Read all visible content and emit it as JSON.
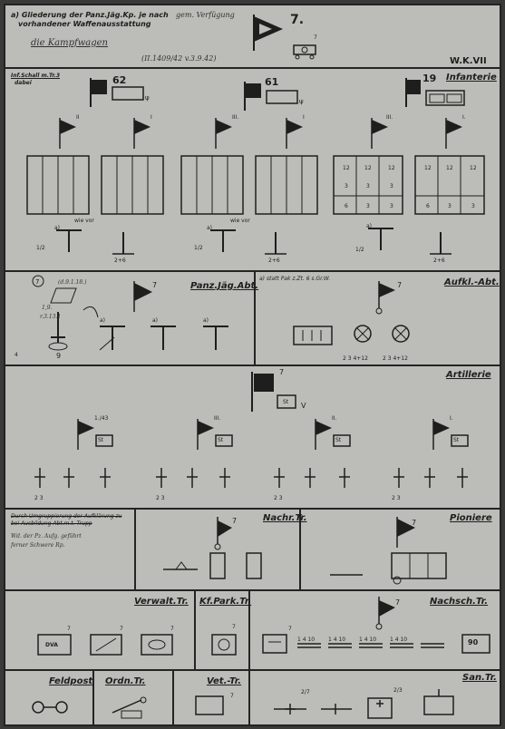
{
  "header": {
    "title_line1": "a) Gliederung der Panz.Jäg.Kp. je nach",
    "title_line2": "vorhandener Waffenausstattung",
    "note_hand_1": "gem. Verfügung",
    "note_hand_2": "die Kampfwagen",
    "note_hand_3": "(II.1409/42 v.3.9.42)",
    "hq_number": "7.",
    "hq_vehicle_number": "7",
    "wk": "W.K.VII"
  },
  "infanterie": {
    "title": "Infanterie",
    "note_line1": "Inf.Schall m.Tr.3",
    "note_line2": "dabei",
    "regiments": [
      "62",
      "61",
      "19"
    ],
    "battalions": [
      "II",
      "I",
      "III.",
      "I",
      "III.",
      "I."
    ],
    "wie_vor": "wie vor",
    "pak_label": "2+6",
    "frac_label": "1/2",
    "small_a": "a)",
    "mg_cells": [
      "12",
      "12",
      "12",
      "3",
      "3",
      "3",
      "6",
      "3",
      "3"
    ]
  },
  "panzerjaeger": {
    "title": "Panz.Jäg.Abt.",
    "number": "7",
    "circle_num": "7",
    "note_a": "(d.9.1.18.)",
    "note_b": "1,9.",
    "note_c": "r.3.13.1",
    "num_4": "4",
    "num_9": "9",
    "small_a": "a)"
  },
  "aufklaerung": {
    "title": "Aufkl.-Abt.",
    "note": "a) statt Pak z.Zt. 6 s.Gr.W.",
    "number": "7",
    "tally_1": "2 3 4+12",
    "tally_2": "2 3 4+12"
  },
  "artillerie": {
    "title": "Artillerie",
    "number": "7",
    "st": "St",
    "battalions": [
      "1./43",
      "III.",
      "II.",
      "I."
    ],
    "gun_labels": [
      "2 3",
      "2 3",
      "2 3",
      "2 3"
    ]
  },
  "nachrichten": {
    "title": "Nachr.Tr.",
    "number": "7",
    "note_line1": "Durch Umgruppierung der Aufklärung zu",
    "note_line2": "bei Ausbildung Abt.m.t. Trupp",
    "note_line3": "Wd. der Pz. Aufg. geführt",
    "note_line4": "ferner Schwere Rp."
  },
  "pioniere": {
    "title": "Pioniere",
    "number": "7"
  },
  "verwaltung": {
    "title": "Verwalt.Tr.",
    "dva": "DVA",
    "number": "7"
  },
  "kfpark": {
    "title": "Kf.Park.Tr.",
    "number": "7"
  },
  "nachschub": {
    "title": "Nachsch.Tr.",
    "number": "7",
    "col_labels": [
      "1 4 10",
      "1 4 10",
      "1 4 10",
      "1 4 10"
    ],
    "last_box": "90"
  },
  "footer": {
    "feldpost": "Feldpost",
    "ordn": "Ordn.Tr.",
    "vet": "Vet.-Tr.",
    "san": "San.Tr.",
    "number": "7",
    "san_numbers": [
      "2/7",
      "2/3"
    ]
  }
}
